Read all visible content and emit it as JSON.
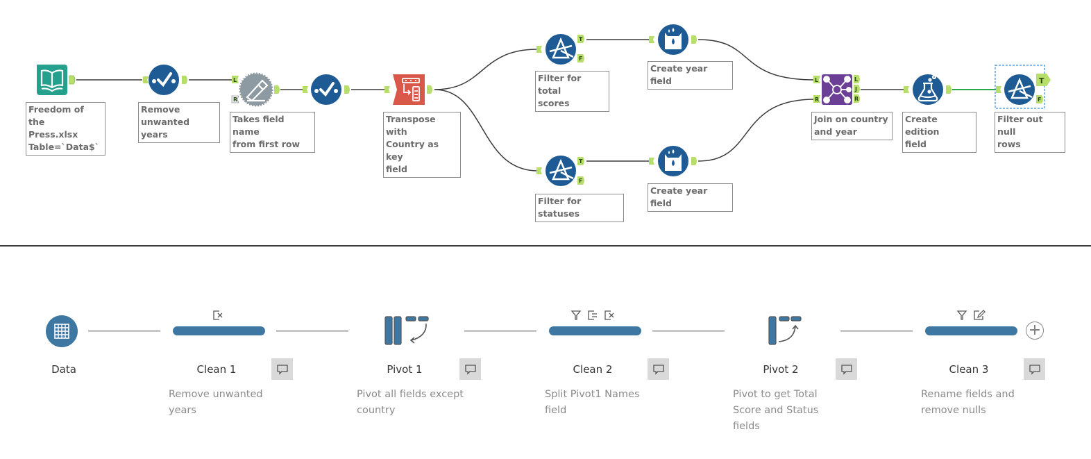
{
  "colors": {
    "blue_tool": "#1e5a94",
    "teal_input": "#24a08c",
    "red_transpose": "#d9584a",
    "purple_join": "#6b3f96",
    "gray_dynamic": "#8e9aa1",
    "anchor_green": "#b7de6a",
    "prep_blue": "#3e78a2",
    "selected_connection": "#2aa84a"
  },
  "alteryx": {
    "tools": [
      {
        "id": "input",
        "icon": "book-icon",
        "label": "Freedom of the\nPress.xlsx\nTable=`Data$`"
      },
      {
        "id": "select1",
        "icon": "checkmark-dots-icon",
        "label": "Remove\nunwanted years"
      },
      {
        "id": "dynamic_rename",
        "icon": "pencil-gear-icon",
        "label": "Takes field name\nfrom first row"
      },
      {
        "id": "select2",
        "icon": "checkmark-dots-icon",
        "label": ""
      },
      {
        "id": "transpose",
        "icon": "transpose-icon",
        "label": "Transpose with\nCountry as key\nfield"
      },
      {
        "id": "filter_scores",
        "icon": "prism-filter-icon",
        "label": "Filter for total\nscores"
      },
      {
        "id": "formula_year1",
        "icon": "beaker-drops-icon",
        "label": "Create year field"
      },
      {
        "id": "filter_statuses",
        "icon": "prism-filter-icon",
        "label": "Filter for statuses"
      },
      {
        "id": "formula_year2",
        "icon": "beaker-drops-icon",
        "label": "Create year field"
      },
      {
        "id": "join",
        "icon": "join-network-icon",
        "label": "Join on country\nand year"
      },
      {
        "id": "formula_edition",
        "icon": "flask-icon",
        "label": "Create edition\nfield"
      },
      {
        "id": "filter_nulls",
        "icon": "prism-filter-icon",
        "label": "Filter out null\nrows"
      }
    ],
    "anchors": {
      "left": "L",
      "right": "R",
      "join": "J",
      "true": "T",
      "false": "F"
    }
  },
  "prep": {
    "steps": [
      {
        "id": "data",
        "type": "input",
        "title": "Data",
        "description": ""
      },
      {
        "id": "clean1",
        "type": "clean",
        "title": "Clean 1",
        "description": "Remove unwanted\nyears",
        "icons": [
          "remove-field-icon"
        ]
      },
      {
        "id": "pivot1",
        "type": "pivot",
        "title": "Pivot 1",
        "description": "Pivot all fields except\ncountry"
      },
      {
        "id": "clean2",
        "type": "clean",
        "title": "Clean 2",
        "description": "Split Pivot1 Names\nfield",
        "icons": [
          "filter-icon",
          "split-field-icon",
          "remove-field-icon"
        ]
      },
      {
        "id": "pivot2",
        "type": "pivot",
        "title": "Pivot 2",
        "description": "Pivot to get Total\nScore and Status\nfields"
      },
      {
        "id": "clean3",
        "type": "clean",
        "title": "Clean 3",
        "description": "Rename fields and\nremove nulls",
        "icons": [
          "filter-icon",
          "rename-field-icon"
        ]
      }
    ],
    "add_button": "+"
  }
}
